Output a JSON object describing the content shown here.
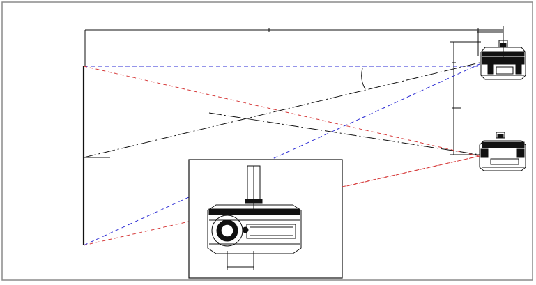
{
  "diagram": {
    "figure": "projector-ceiling-mount-throw-geometry",
    "colors": {
      "frame": "#8a8a8a",
      "line": "#111111",
      "blue_rays": "#2b2bd4",
      "red_rays": "#d63a3a"
    },
    "elements": {
      "projection_screen": "projection-screen",
      "projector_top": "ceiling-projector-top",
      "projector_bottom": "ceiling-projector-bottom",
      "detail_inset": "projector-mount-detail-inset"
    },
    "dimension_labels": {
      "throw_distance": "",
      "mount_offset": "",
      "vertical_drop": "",
      "lens_width": ""
    }
  }
}
